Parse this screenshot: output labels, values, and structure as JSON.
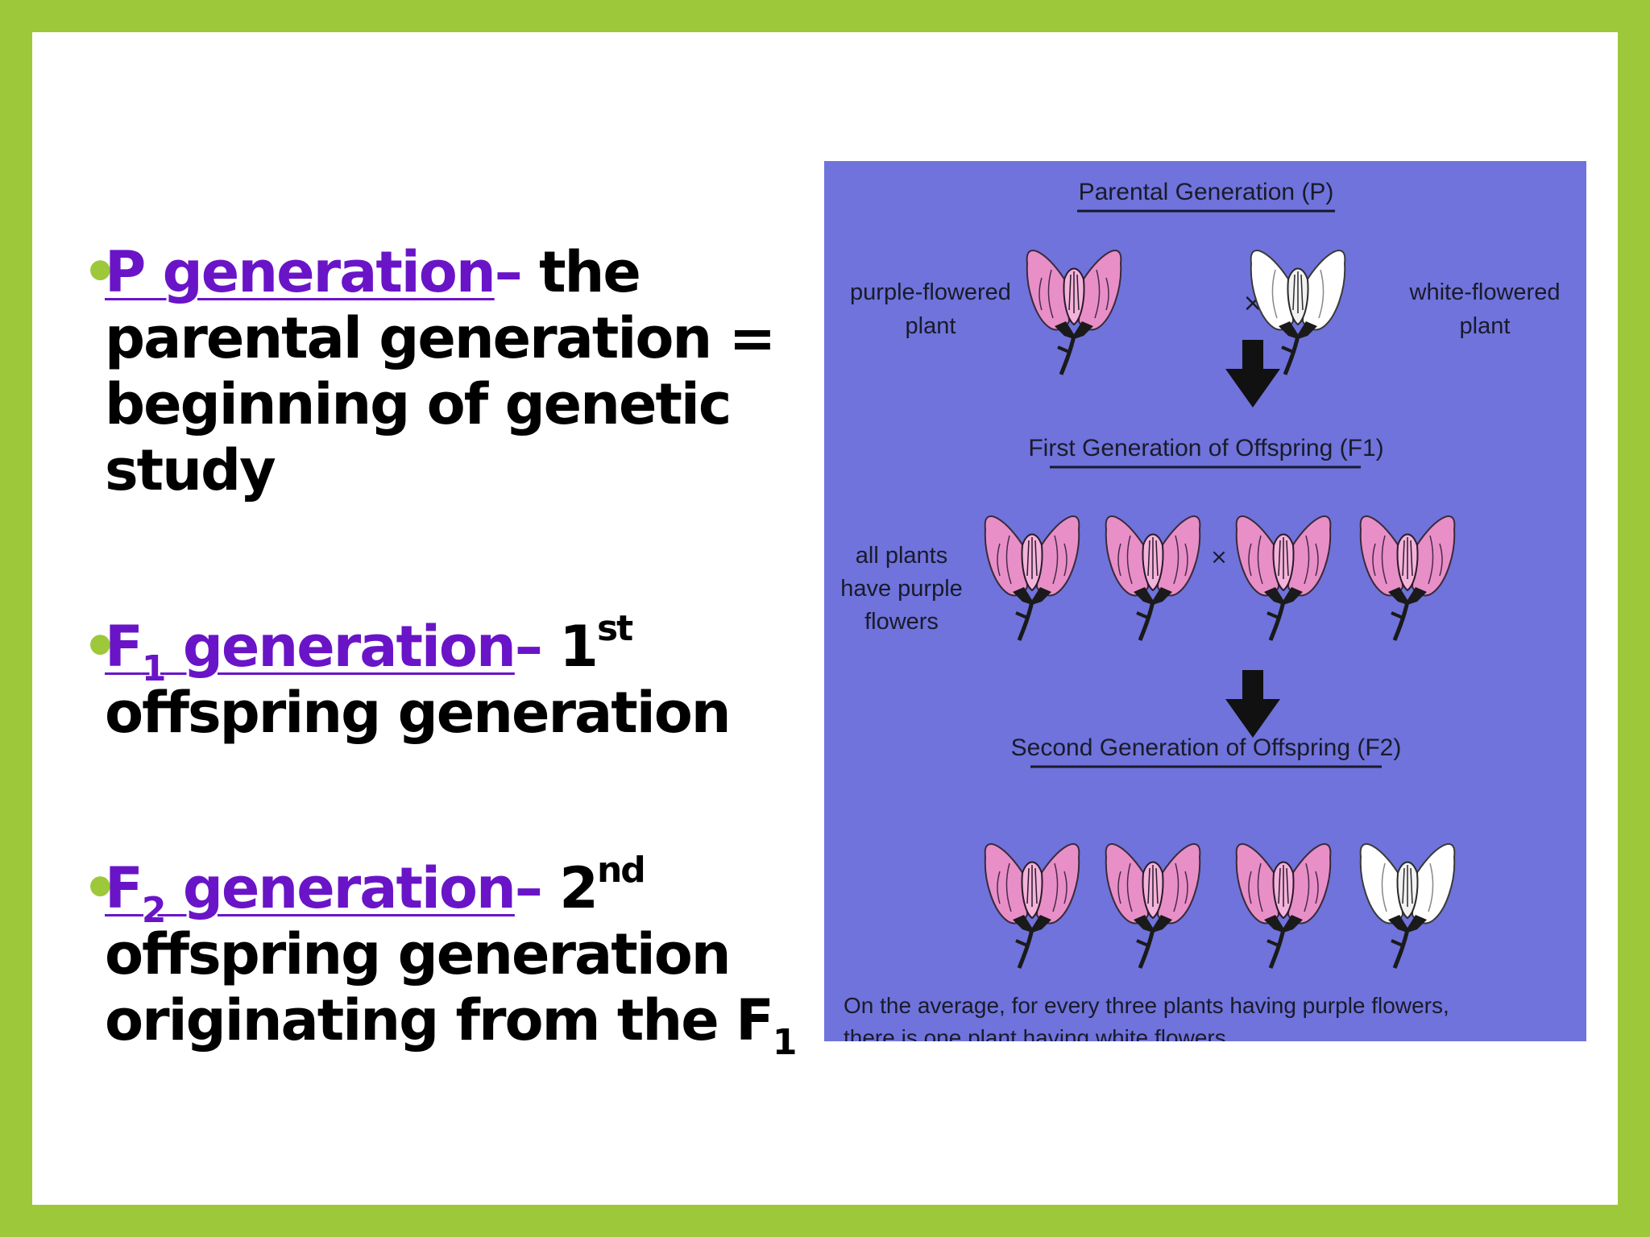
{
  "bullets": [
    {
      "term": "P generation",
      "term_sub": "",
      "dash": "–",
      "rest_first": " the",
      "rest_lines": [
        "parental generation =",
        "beginning of genetic",
        "study"
      ]
    },
    {
      "term_main": "F",
      "term_sub": "1",
      "term_after": " generation",
      "dash": "–",
      "ordinal": " 1",
      "ordinal_sup": "st",
      "rest_lines": [
        "offspring generation"
      ]
    },
    {
      "term_main": "F",
      "term_sub": "2",
      "term_after": " generation",
      "dash": "–",
      "ordinal": " 2",
      "ordinal_sup": "nd",
      "rest_lines": [
        "offspring generation",
        "originating from the F"
      ],
      "final_sub": "1"
    }
  ],
  "diagram": {
    "parental_heading": "Parental Generation (P)",
    "purple_label_1": "purple-flowered",
    "purple_label_2": "plant",
    "cross_symbol": "×",
    "white_label_1": "white-flowered",
    "white_label_2": "plant",
    "f1_heading": "First Generation of Offspring (F1)",
    "f1_label_1": "all plants",
    "f1_label_2": "have purple",
    "f1_label_3": "flowers",
    "f1_cross_symbol": "×",
    "f2_heading": "Second Generation of Offspring (F2)",
    "caption_1": "On the average, for every three plants having purple flowers,",
    "caption_2": "there is one plant having white flowers."
  },
  "colors": {
    "slide_border": "#9dc83a",
    "term_purple": "#6a14c8",
    "diagram_bg": "#6f73db",
    "flower_pink": "#e88fc8",
    "flower_white": "#ffffff"
  }
}
